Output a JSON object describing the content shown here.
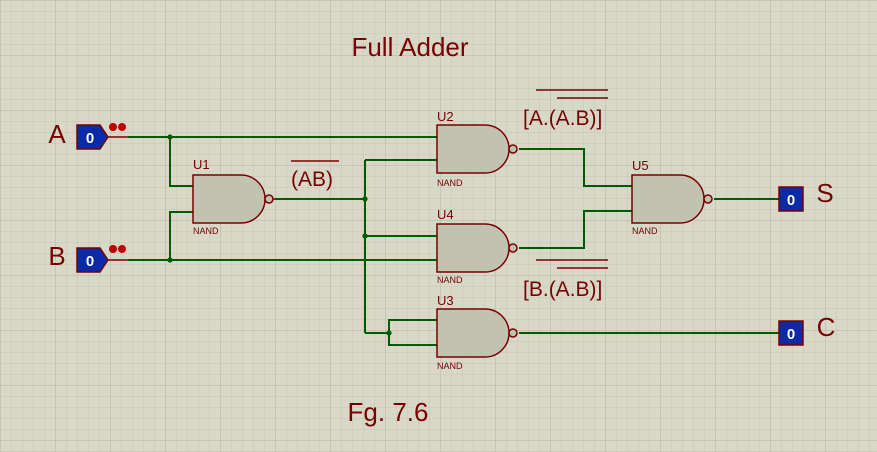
{
  "title": "Full Adder",
  "caption": "Fg. 7.6",
  "colors": {
    "background": "#d8d8c8",
    "grid_minor": "#c6c6b6",
    "grid_major": "#b4b4a4",
    "gate_fill": "#c2c2b0",
    "component_outline": "#7a0000",
    "wire": "#005a00",
    "label_text": "#7a0000",
    "io_fill": "#0a2aa8",
    "io_text": "#ffffff",
    "pin_dot": "#c00000"
  },
  "inputs": [
    {
      "id": "A",
      "label": "A",
      "value": "0"
    },
    {
      "id": "B",
      "label": "B",
      "value": "0"
    }
  ],
  "outputs": [
    {
      "id": "S",
      "label": "S",
      "value": "0"
    },
    {
      "id": "C",
      "label": "C",
      "value": "0"
    }
  ],
  "gates": [
    {
      "id": "U1",
      "ref": "U1",
      "type": "NAND"
    },
    {
      "id": "U2",
      "ref": "U2",
      "type": "NAND"
    },
    {
      "id": "U3",
      "ref": "U3",
      "type": "NAND"
    },
    {
      "id": "U4",
      "ref": "U4",
      "type": "NAND"
    },
    {
      "id": "U5",
      "ref": "U5",
      "type": "NAND"
    }
  ],
  "annotations": {
    "ab_bar": "(AB)",
    "a_ab": {
      "prefix": "[A.",
      "inner": "(A.B)",
      "suffix": "]"
    },
    "b_ab": {
      "prefix": "[B.",
      "inner": "(A.B)",
      "suffix": "]"
    }
  }
}
